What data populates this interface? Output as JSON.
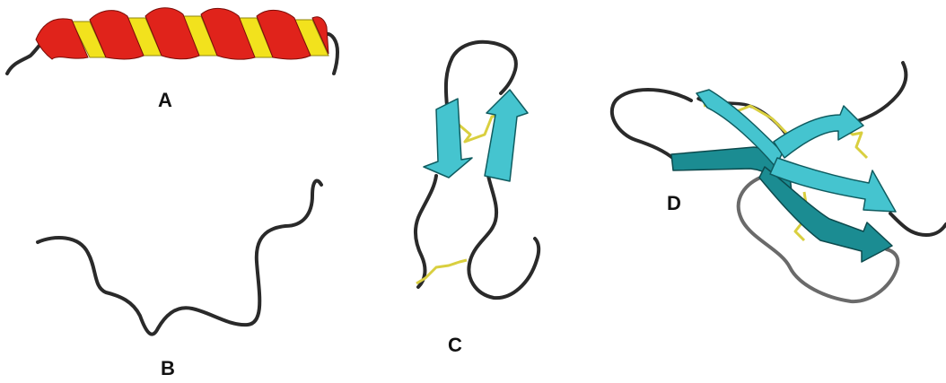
{
  "figure": {
    "panels": [
      {
        "id": "a",
        "label": "A",
        "structure": "alpha-helix"
      },
      {
        "id": "b",
        "label": "B",
        "structure": "random-coil"
      },
      {
        "id": "c",
        "label": "C",
        "structure": "beta-hairpin"
      },
      {
        "id": "d",
        "label": "D",
        "structure": "beta-sheet"
      }
    ]
  },
  "colors": {
    "background": "#ffffff",
    "backbone": "#2a2a2a",
    "helix_front": "#e0231b",
    "helix_back": "#f2e21d",
    "strand_light": "#45c4cf",
    "strand_dark": "#1b8c92",
    "disulfide": "#d9cf3f",
    "label": "#111111"
  }
}
